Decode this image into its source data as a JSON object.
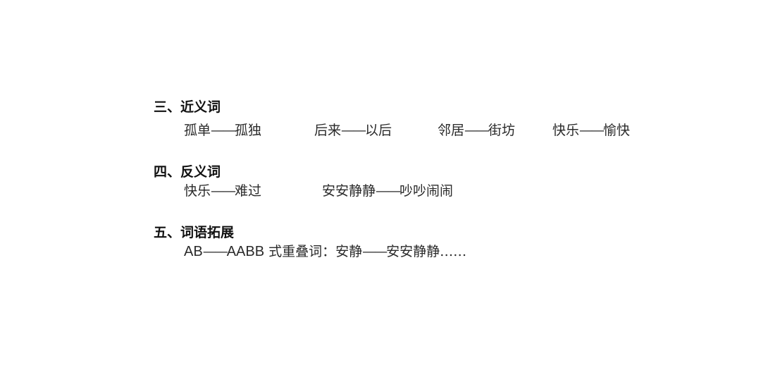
{
  "sections": [
    {
      "heading": "三、近义词",
      "pairs": [
        {
          "a": "孤单",
          "dash": "——",
          "b": "孤独"
        },
        {
          "a": "后来",
          "dash": "——",
          "b": "以后"
        },
        {
          "a": "邻居",
          "dash": "——",
          "b": "街坊"
        },
        {
          "a": "快乐",
          "dash": "——",
          "b": "愉快"
        }
      ]
    },
    {
      "heading": "四、反义词",
      "pairs": [
        {
          "a": "快乐",
          "dash": "——",
          "b": "难过"
        },
        {
          "a": "安安静静",
          "dash": "——",
          "b": "吵吵闹闹"
        }
      ]
    },
    {
      "heading": "五、词语拓展",
      "line": {
        "pattern_a": "AB",
        "dash1": "——",
        "pattern_b": "AABB",
        "label": " 式重叠词：",
        "example_a": "安静",
        "dash2": "——",
        "example_b": "安安静静",
        "ellipsis": "……"
      }
    }
  ]
}
